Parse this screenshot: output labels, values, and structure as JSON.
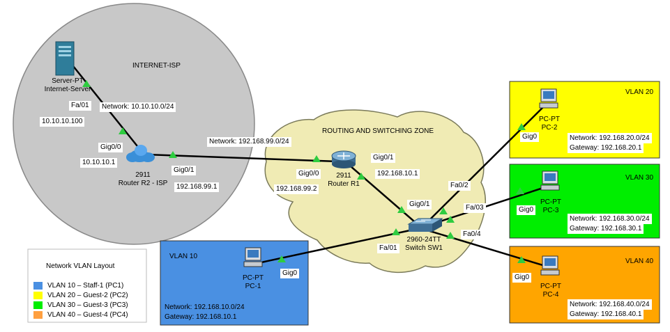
{
  "zones": {
    "internet": "INTERNET-ISP",
    "routing": "ROUTING AND SWITCHING ZONE"
  },
  "devices": {
    "server": {
      "line1": "Server-PT",
      "line2": "Internet-Server"
    },
    "r2": {
      "line1": "2911",
      "line2": "Router R2 - ISP"
    },
    "r1": {
      "line1": "2911",
      "line2": "Router R1"
    },
    "sw1": {
      "line1": "2960-24TT",
      "line2": "Switch SW1"
    },
    "pc1": {
      "line1": "PC-PT",
      "line2": "PC-1"
    },
    "pc2": {
      "line1": "PC-PT",
      "line2": "PC-2"
    },
    "pc3": {
      "line1": "PC-PT",
      "line2": "PC-3"
    },
    "pc4": {
      "line1": "PC-PT",
      "line2": "PC-4"
    }
  },
  "labels": {
    "server_fa01": "Fa/01",
    "server_ip": "10.10.10.100",
    "net_10": "Network: 10.10.10.0/24",
    "r2_gig00": "Gig0/0",
    "r2_ip": "10.10.10.1",
    "r2_gig01": "Gig0/1",
    "r2_ip2": "192.168.99.1",
    "net_99": "Network: 192.168.99.0/24",
    "r1_gig00": "Gig0/0",
    "r1_ip": "192.168.99.2",
    "r1_gig01": "Gig0/1",
    "r1_ip2": "192.168.10.1",
    "sw_gig01": "Gig0/1",
    "sw_fa02": "Fa0/2",
    "sw_fa03": "Fa/03",
    "sw_fa04": "Fa0/4",
    "sw_fa01": "Fa/01",
    "pc1_gig0": "Gig0",
    "pc2_gig0": "Gig0",
    "pc3_gig0": "Gig0",
    "pc4_gig0": "Gig0"
  },
  "vlans": {
    "v10": {
      "title": "VLAN 10",
      "network": "Network: 192.168.10.0/24",
      "gateway": "Gateway: 192.168.10.1",
      "color": "#4a90e2"
    },
    "v20": {
      "title": "VLAN 20",
      "network": "Network: 192.168.20.0/24",
      "gateway": "Gateway: 192.168.20.1",
      "color": "#ffff00"
    },
    "v30": {
      "title": "VLAN 30",
      "network": "Network: 192.168.30.0/24",
      "gateway": "Gateway: 192.168.30.1",
      "color": "#00ee00"
    },
    "v40": {
      "title": "VLAN 40",
      "network": "Network: 192.168.40.0/24",
      "gateway": "Gateway: 192.168.40.1",
      "color": "#ffa500"
    }
  },
  "legend": {
    "title": "Network VLAN Layout",
    "items": [
      {
        "text": "VLAN 10 – Staff-1  (PC1)",
        "color": "#4a90e2"
      },
      {
        "text": "VLAN 20 – Guest-2 (PC2)",
        "color": "#ffff00"
      },
      {
        "text": "VLAN 30 – Guest-3 (PC3)",
        "color": "#00ee00"
      },
      {
        "text": "VLAN 40 – Guest-4 (PC4)",
        "color": "#ffa040"
      }
    ]
  }
}
